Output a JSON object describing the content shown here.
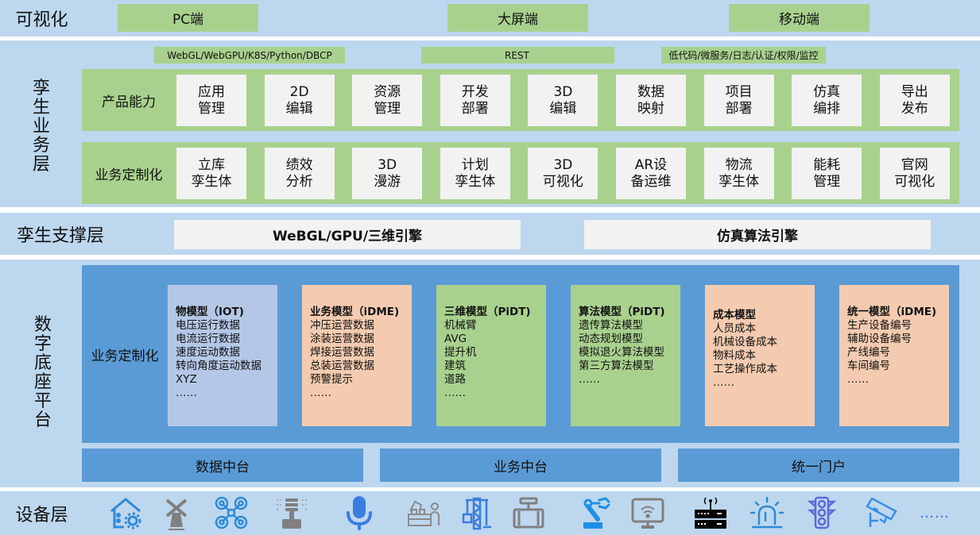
{
  "visualization_layer": {
    "title": "可视化",
    "items": [
      "PC端",
      "大屏端",
      "移动端"
    ]
  },
  "twin_business_layer": {
    "title": "孪生业务层",
    "tech_tags": [
      "WebGL/WebGPU/K8S/Python/DBCP",
      "REST",
      "低代码/微服务/日志/认证/权限/监控"
    ],
    "product_capability": {
      "label": "产品能力",
      "items": [
        "应用\n管理",
        "2D\n编辑",
        "资源\n管理",
        "开发\n部署",
        "3D\n编辑",
        "数据\n映射",
        "项目\n部署",
        "仿真\n编排",
        "导出\n发布"
      ]
    },
    "business_customization": {
      "label": "业务定制化",
      "items": [
        "立库\n孪生体",
        "绩效\n分析",
        "3D\n漫游",
        "计划\n孪生体",
        "3D\n可视化",
        "AR设\n备运维",
        "物流\n孪生体",
        "能耗\n管理",
        "官网\n可视化"
      ]
    }
  },
  "twin_support_layer": {
    "title": "孪生支撑层",
    "items": [
      "WeBGL/GPU/三维引擎",
      "仿真算法引擎"
    ]
  },
  "digital_base_platform": {
    "title": "数字底座平台",
    "customization_label": "业务定制化",
    "models": [
      {
        "title": "物模型（IOT)",
        "color": "#b4c7e7",
        "items": [
          "电压运行数据",
          "电流运行数据",
          "速度运动数据",
          "转向角度运动数据",
          "XYZ",
          "……"
        ]
      },
      {
        "title": "业务模型（iDME)",
        "color": "#f4cbb0",
        "items": [
          "冲压运营数据",
          "涂装运营数据",
          "焊接运营数据",
          "总装运营数据",
          "预警提示",
          "……"
        ]
      },
      {
        "title": "三维模型（PiDT)",
        "color": "#a9d18e",
        "items": [
          "机械臂",
          "AVG",
          "提升机",
          "建筑",
          "道路",
          "……"
        ]
      },
      {
        "title": "算法模型（PiDT)",
        "color": "#a9d18e",
        "items": [
          "遗传算法模型",
          "动态规划模型",
          "模拟退火算法模型",
          "第三方算法模型",
          "……"
        ]
      },
      {
        "title": "成本模型",
        "color": "#f4cbb0",
        "items": [
          "人员成本",
          "机械设备成本",
          "物料成本",
          "工艺操作成本",
          "……"
        ]
      },
      {
        "title": "统一模型（iDME)",
        "color": "#f4cbb0",
        "items": [
          "生产设备编号",
          "辅助设备编号",
          "产线编号",
          "车间编号",
          "……"
        ]
      }
    ],
    "middle_platforms": [
      "数据中台",
      "业务中台",
      "统一门户"
    ]
  },
  "device_layer": {
    "title": "设备层",
    "icons": [
      "smart-home-icon",
      "windmill-icon",
      "drone-icon",
      "sprinkler-icon",
      "microphone-icon",
      "factory-worker-icon",
      "tower-crane-icon",
      "industrial-machine-icon",
      "robot-arm-icon",
      "wifi-monitor-icon",
      "network-router-icon",
      "alarm-light-icon",
      "traffic-light-icon",
      "cctv-camera-icon"
    ],
    "more": "……"
  },
  "colors": {
    "band": "#bdd7ee",
    "green": "#a9d18e",
    "light_box": "#f2f2f2",
    "blue": "#5b9bd5",
    "icon_blue": "#2e8bd6",
    "icon_gray": "#808080"
  }
}
